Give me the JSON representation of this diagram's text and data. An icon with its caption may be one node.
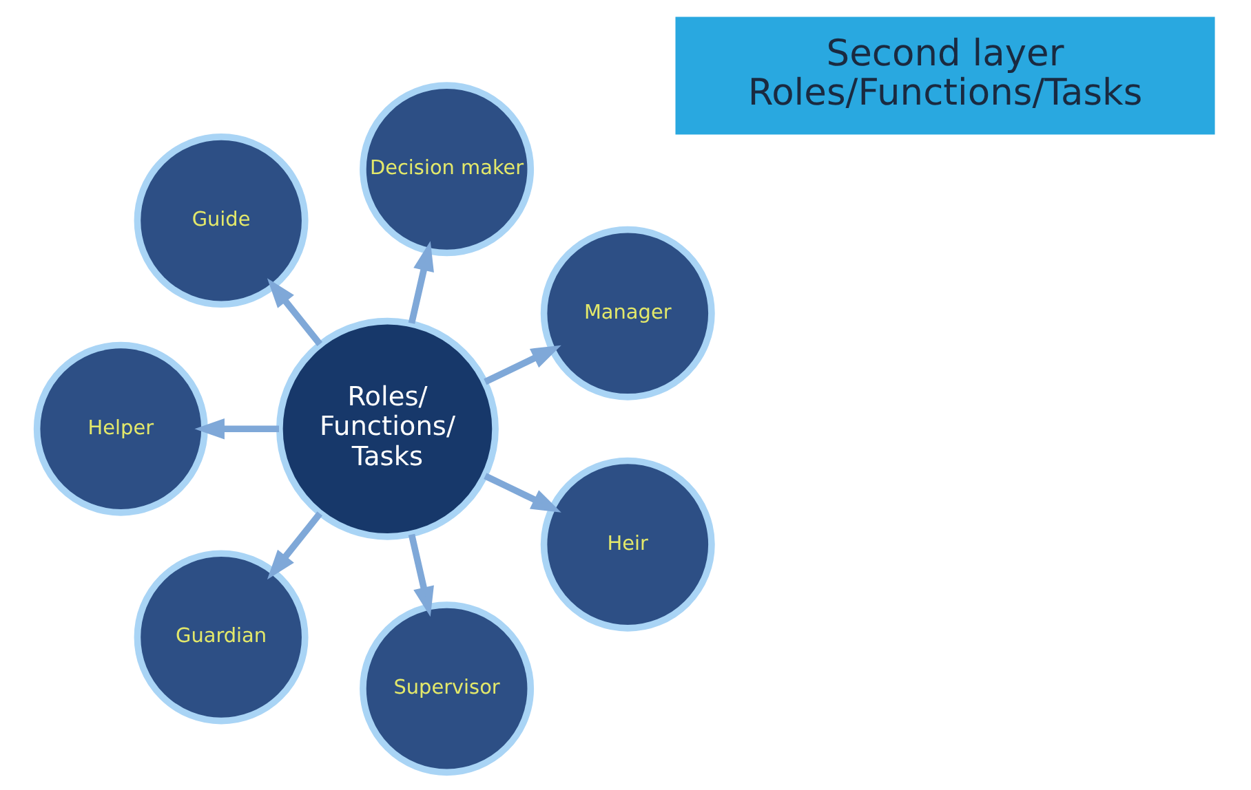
{
  "diagram": {
    "nodes": [
      {
        "text": [
          "Second layer",
          "Roles/Functions/Tasks"
        ]
      },
      {
        "text": [
          "Roles/ Functions/ Tasks"
        ]
      },
      {
        "text": [
          "Manager"
        ]
      },
      {
        "text": [
          "Decision maker"
        ]
      },
      {
        "text": [
          "Guide"
        ]
      },
      {
        "text": [
          "Helper"
        ]
      },
      {
        "text": [
          "Guardian"
        ]
      },
      {
        "text": [
          "Supervisor"
        ]
      },
      {
        "text": [
          "Heir"
        ]
      }
    ],
    "edges": [
      {
        "from": 1,
        "to": 2,
        "arrow": "to"
      },
      {
        "from": 1,
        "to": 3,
        "arrow": "to"
      },
      {
        "from": 1,
        "to": 4,
        "arrow": "to"
      },
      {
        "from": 1,
        "to": 5,
        "arrow": "to"
      },
      {
        "from": 1,
        "to": 6,
        "arrow": "to"
      },
      {
        "from": 1,
        "to": 7,
        "arrow": "to"
      },
      {
        "from": 1,
        "to": 8,
        "arrow": "to"
      }
    ]
  }
}
